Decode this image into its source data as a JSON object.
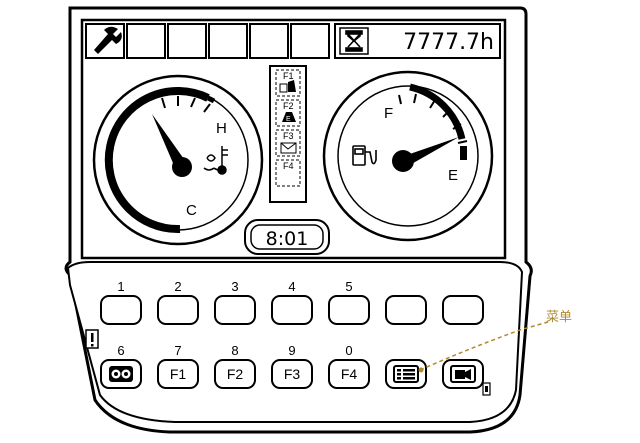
{
  "status_bar": {
    "hour_meter": "7777.7h"
  },
  "gauges": {
    "temperature": {
      "hot_label": "H",
      "cold_label": "C",
      "level": 0.82
    },
    "fuel": {
      "full_label": "F",
      "empty_label": "E",
      "level": 0.07
    }
  },
  "center_column": {
    "function_slots": [
      "F1",
      "F2",
      "F3",
      "F4"
    ]
  },
  "clock": {
    "time": "8:01"
  },
  "keypad": {
    "top_row_numbers": [
      "1",
      "2",
      "3",
      "4",
      "5"
    ],
    "bottom_row_numbers": [
      "6",
      "7",
      "8",
      "9",
      "0"
    ],
    "function_buttons": [
      "F1",
      "F2",
      "F3",
      "F4"
    ]
  },
  "annotation": {
    "menu_label": "菜单"
  },
  "colors": {
    "ink": "#000000",
    "face": "#ffffff",
    "accent": "#b08a2e"
  }
}
